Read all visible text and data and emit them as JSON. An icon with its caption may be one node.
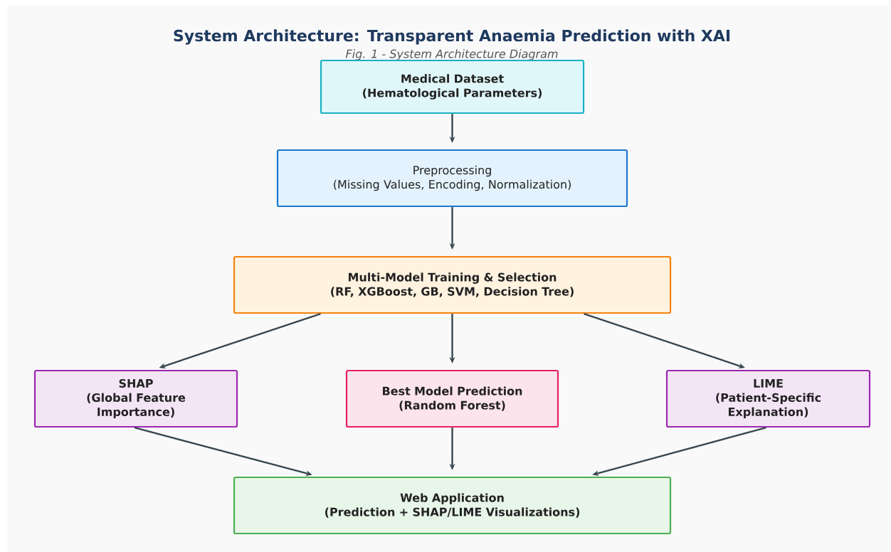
{
  "diagram": {
    "title": "System Architecture: Transparent Anaemia Prediction with XAI",
    "caption": "Fig. 1 - System Architecture Diagram",
    "nodes": [
      {
        "text": [
          "Medical Dataset",
          "(Hematological Parameters)"
        ]
      },
      {
        "text": [
          "Preprocessing",
          "(Missing Values, Encoding, Normalization)"
        ]
      },
      {
        "text": [
          "Multi-Model Training & Selection",
          "(RF, XGBoost, GB, SVM, Decision Tree)"
        ]
      },
      {
        "text": [
          "SHAP",
          "(Global Feature Importance)"
        ]
      },
      {
        "text": [
          "Best Model Prediction",
          "(Random Forest)"
        ]
      },
      {
        "text": [
          "LIME",
          "(Patient-Specific Explanation)"
        ]
      },
      {
        "text": [
          "Web Application",
          "(Prediction + SHAP/LIME Visualizations)"
        ]
      }
    ],
    "edges": [
      {
        "from": 0,
        "to": 1,
        "arrow": "to"
      },
      {
        "from": 1,
        "to": 2,
        "arrow": "to"
      },
      {
        "from": 2,
        "to": 3,
        "arrow": "to"
      },
      {
        "from": 2,
        "to": 4,
        "arrow": "to"
      },
      {
        "from": 2,
        "to": 5,
        "arrow": "to"
      },
      {
        "from": 3,
        "to": 6,
        "arrow": "to"
      },
      {
        "from": 4,
        "to": 6,
        "arrow": "to"
      },
      {
        "from": 5,
        "to": 6,
        "arrow": "to"
      }
    ]
  }
}
